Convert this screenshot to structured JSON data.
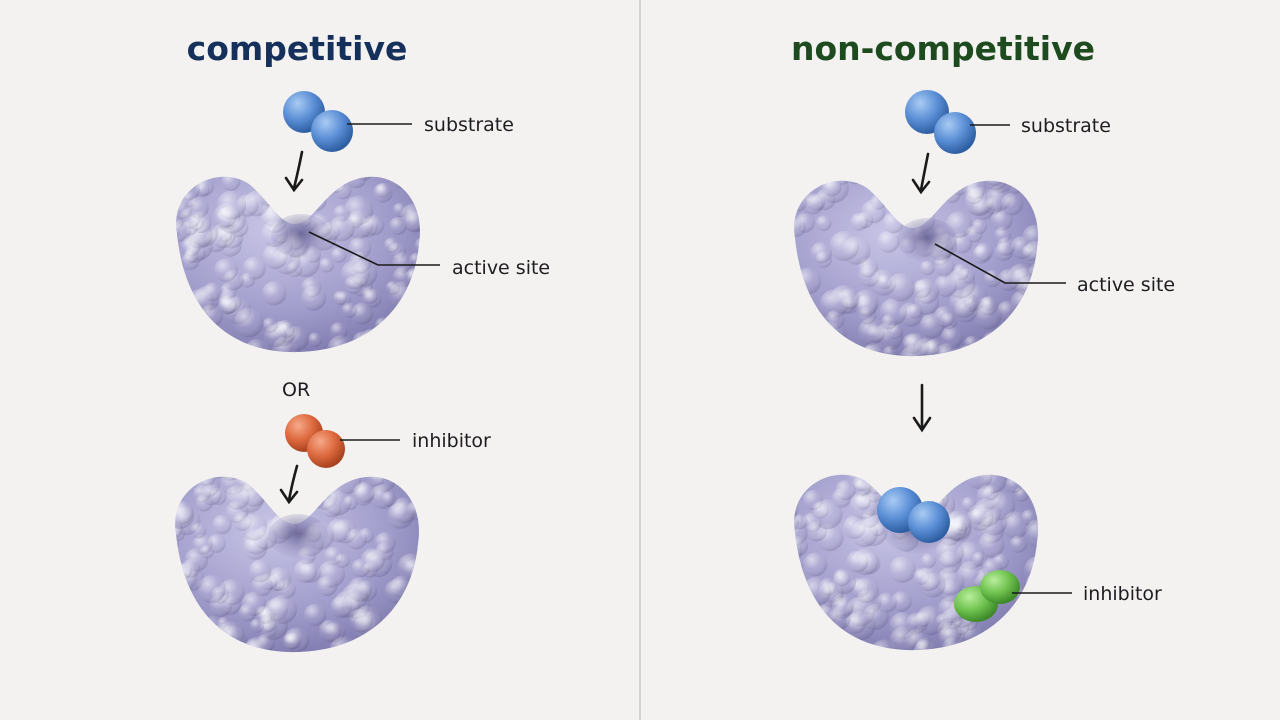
{
  "colors": {
    "competitive_title": "#15305a",
    "noncompetitive_title": "#1d4a1e",
    "enzyme": "#a39fcd",
    "substrate": "#5b8fd6",
    "competitive_inhibitor": "#de6a3f",
    "noncompetitive_inhibitor": "#6fc24f",
    "background": "#f3f2f0"
  },
  "competitive": {
    "title": "competitive",
    "substrate_label": "substrate",
    "active_site_label": "active site",
    "or_label": "OR",
    "inhibitor_label": "inhibitor"
  },
  "noncompetitive": {
    "title": "non-competitive",
    "substrate_label": "substrate",
    "active_site_label": "active site",
    "inhibitor_label": "inhibitor"
  }
}
